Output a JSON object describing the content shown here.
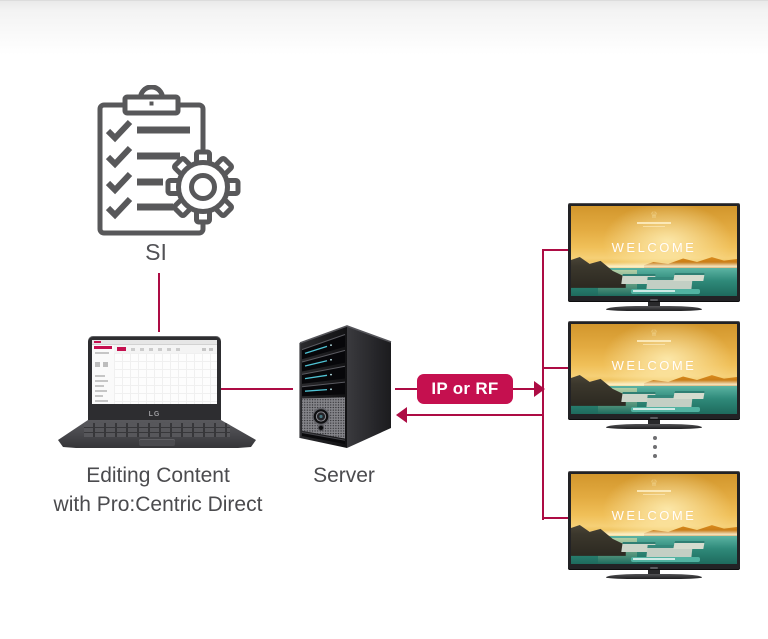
{
  "colors": {
    "accent_red": "#C5104F",
    "connector_red": "#AD0C44"
  },
  "diagram": {
    "si": {
      "label": "SI",
      "icon": "clipboard-checklist-gear-icon"
    },
    "editor": {
      "label_line1": "Editing Content",
      "label_line2": "with Pro:Centric Direct",
      "laptop_logo": "LG"
    },
    "server": {
      "label": "Server"
    },
    "transmission": {
      "label": "IP or RF"
    },
    "tvs": {
      "screen_title": "WELCOME",
      "visible_count": 3,
      "more_indicator": "vertical-ellipsis"
    }
  }
}
